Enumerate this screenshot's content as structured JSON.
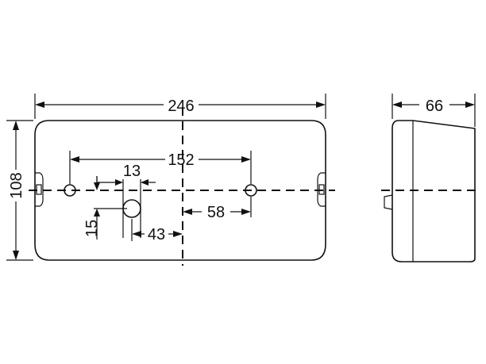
{
  "dimensions": {
    "overall_width": "246",
    "overall_height": "108",
    "hole_spacing": "152",
    "hole_diameter": "13",
    "offset_right": "58",
    "offset_center": "43",
    "offset_vertical": "15",
    "depth": "66"
  }
}
